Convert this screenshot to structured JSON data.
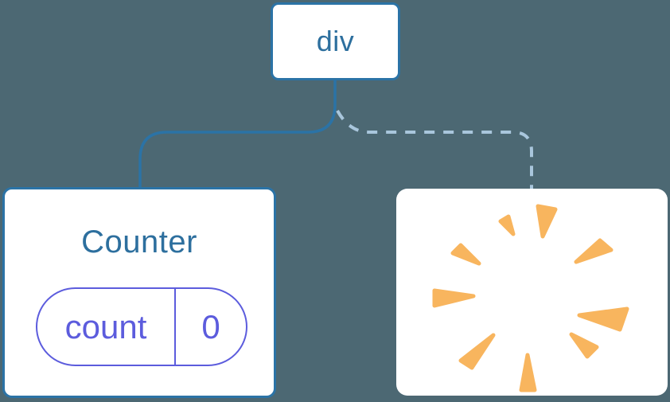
{
  "diagram": {
    "root": {
      "label": "div"
    },
    "counter": {
      "title": "Counter",
      "state_key": "count",
      "state_value": "0"
    },
    "removed_child": {
      "icon": "poof-burst-icon"
    }
  },
  "colors": {
    "background": "#4c6873",
    "node-bg": "#ffffff",
    "node-border": "#2b73a6",
    "node-text": "#2d6f9e",
    "state-accent": "#5c5cdd",
    "dashed-line": "#a9c6dc",
    "poof": "#f8b55e"
  }
}
